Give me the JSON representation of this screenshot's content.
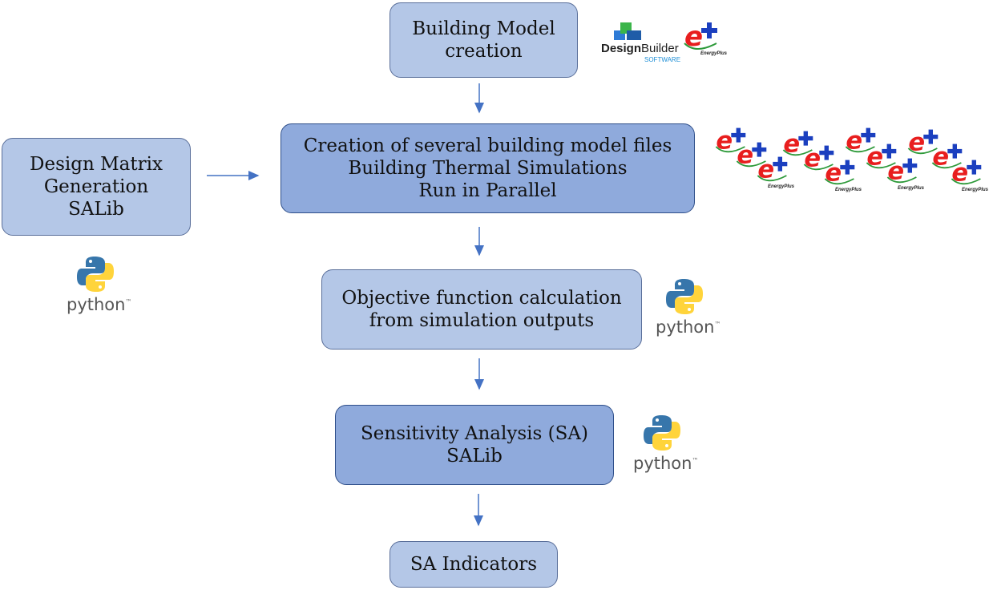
{
  "nodes": {
    "building_model": [
      "Building Model",
      "creation"
    ],
    "design_matrix": [
      "Design Matrix",
      "Generation",
      "SALib"
    ],
    "creation_files": [
      "Creation of several building  model files",
      "Building Thermal Simulations",
      "Run in Parallel"
    ],
    "objective": [
      "Objective function calculation",
      "from simulation outputs"
    ],
    "sensitivity": [
      "Sensitivity Analysis (SA)",
      "SALib"
    ],
    "indicators": [
      "SA Indicators"
    ]
  },
  "logos": {
    "designbuilder_main": "Design",
    "designbuilder_bold": "Builder",
    "designbuilder_sub": "SOFTWARE",
    "energyplus_sub": "EnergyPlus",
    "python_word": "python",
    "python_tm": "™"
  },
  "colors": {
    "light_box": "#b4c7e7",
    "dark_box": "#8faadc",
    "arrow": "#4472c4",
    "ep_red": "#e81e1e",
    "ep_blue": "#1b3fbf",
    "ep_green": "#2e9a3a",
    "py_blue": "#3776ab",
    "py_yellow": "#ffd43b"
  },
  "icons": [
    "designbuilder-logo",
    "energyplus-logo",
    "python-logo"
  ]
}
